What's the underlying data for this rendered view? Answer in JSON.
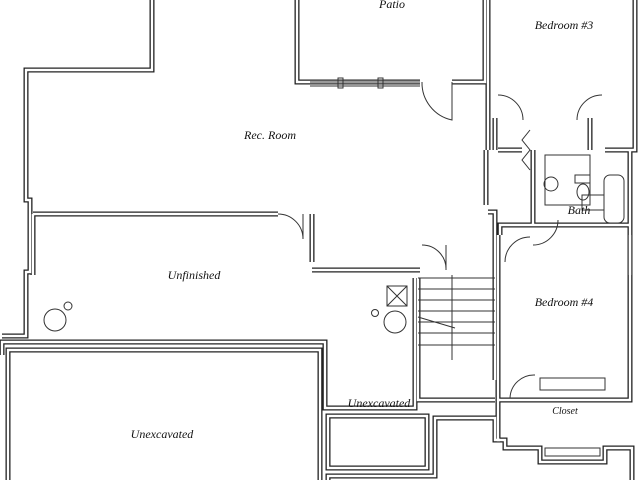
{
  "rooms": {
    "patio": "Patio",
    "bedroom3": "Bedroom #3",
    "rec_room": "Rec. Room",
    "bath": "Bath",
    "unfinished": "Unfinished",
    "bedroom4": "Bedroom #4",
    "unexcavated_small": "Unexcavated",
    "unexcavated_large": "Unexcavated",
    "closet": "Closet"
  },
  "colors": {
    "wall": "#222222",
    "background": "#ffffff"
  }
}
